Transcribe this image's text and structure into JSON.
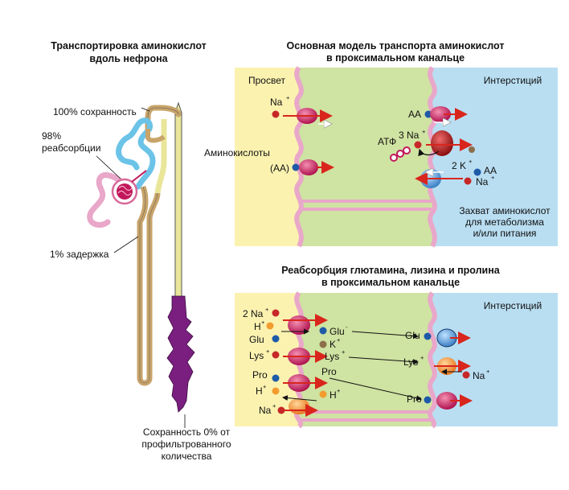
{
  "left_panel": {
    "title_line1": "Транспортировка аминокислот",
    "title_line2": "вдоль нефрона",
    "label_retention_100": "100% сохранность",
    "label_reabs_pct": "98%",
    "label_reabs_word": "реабсорбции",
    "label_delay": "1% задержка",
    "footer_line1": "Сохранность 0% от",
    "footer_line2": "профильтрованного",
    "footer_line3": "количества"
  },
  "top_panel": {
    "title_line1": "Основная модель транспорта аминокислот",
    "title_line2": "в проксимальном канальце",
    "lumen": "Просвет",
    "interstitium": "Интерстиций",
    "amino_acids": "Аминокислоты",
    "aa_bracket": "(АА)",
    "na": "Na",
    "na_sup": "+",
    "aa": "AA",
    "atp": "АТФ",
    "three_na": "3 Na",
    "two_k": "2 K",
    "plus": "+",
    "uptake_line1": "Захват аминокислот",
    "uptake_line2": "для метаболизма",
    "uptake_line3": "и/или питания"
  },
  "bottom_panel": {
    "title_line1": "Реабсорбция глютамина, лизина и пролина",
    "title_line2": "в проксимальном канальце",
    "interstitium": "Интерстиций",
    "two_na": "2 Na",
    "h": "H",
    "glu": "Glu",
    "glu_minus": "Glu",
    "k": "K",
    "lys": "Lys",
    "pro": "Pro",
    "na": "Na",
    "plus": "+",
    "minus": "-"
  },
  "colors": {
    "lumen_yellow": "#fbf2b0",
    "cell_green": "#cfe3a2",
    "interstitium_blue": "#b9def2",
    "membrane_pink": "#e9a7c9",
    "transporter_magenta": "#c2185b",
    "arrow_red": "#d9261c",
    "na_dot_red": "#c62828",
    "aa_dot_blue": "#1e5aa8",
    "k_dot_brown": "#8d6e4a",
    "h_dot_orange": "#f39c2e",
    "collecting_duct_purple": "#7a1f7f",
    "tubule_blue": "#6cc3e8",
    "tubule_tan": "#c8a46a",
    "tubule_yellow": "#e9e69a"
  }
}
